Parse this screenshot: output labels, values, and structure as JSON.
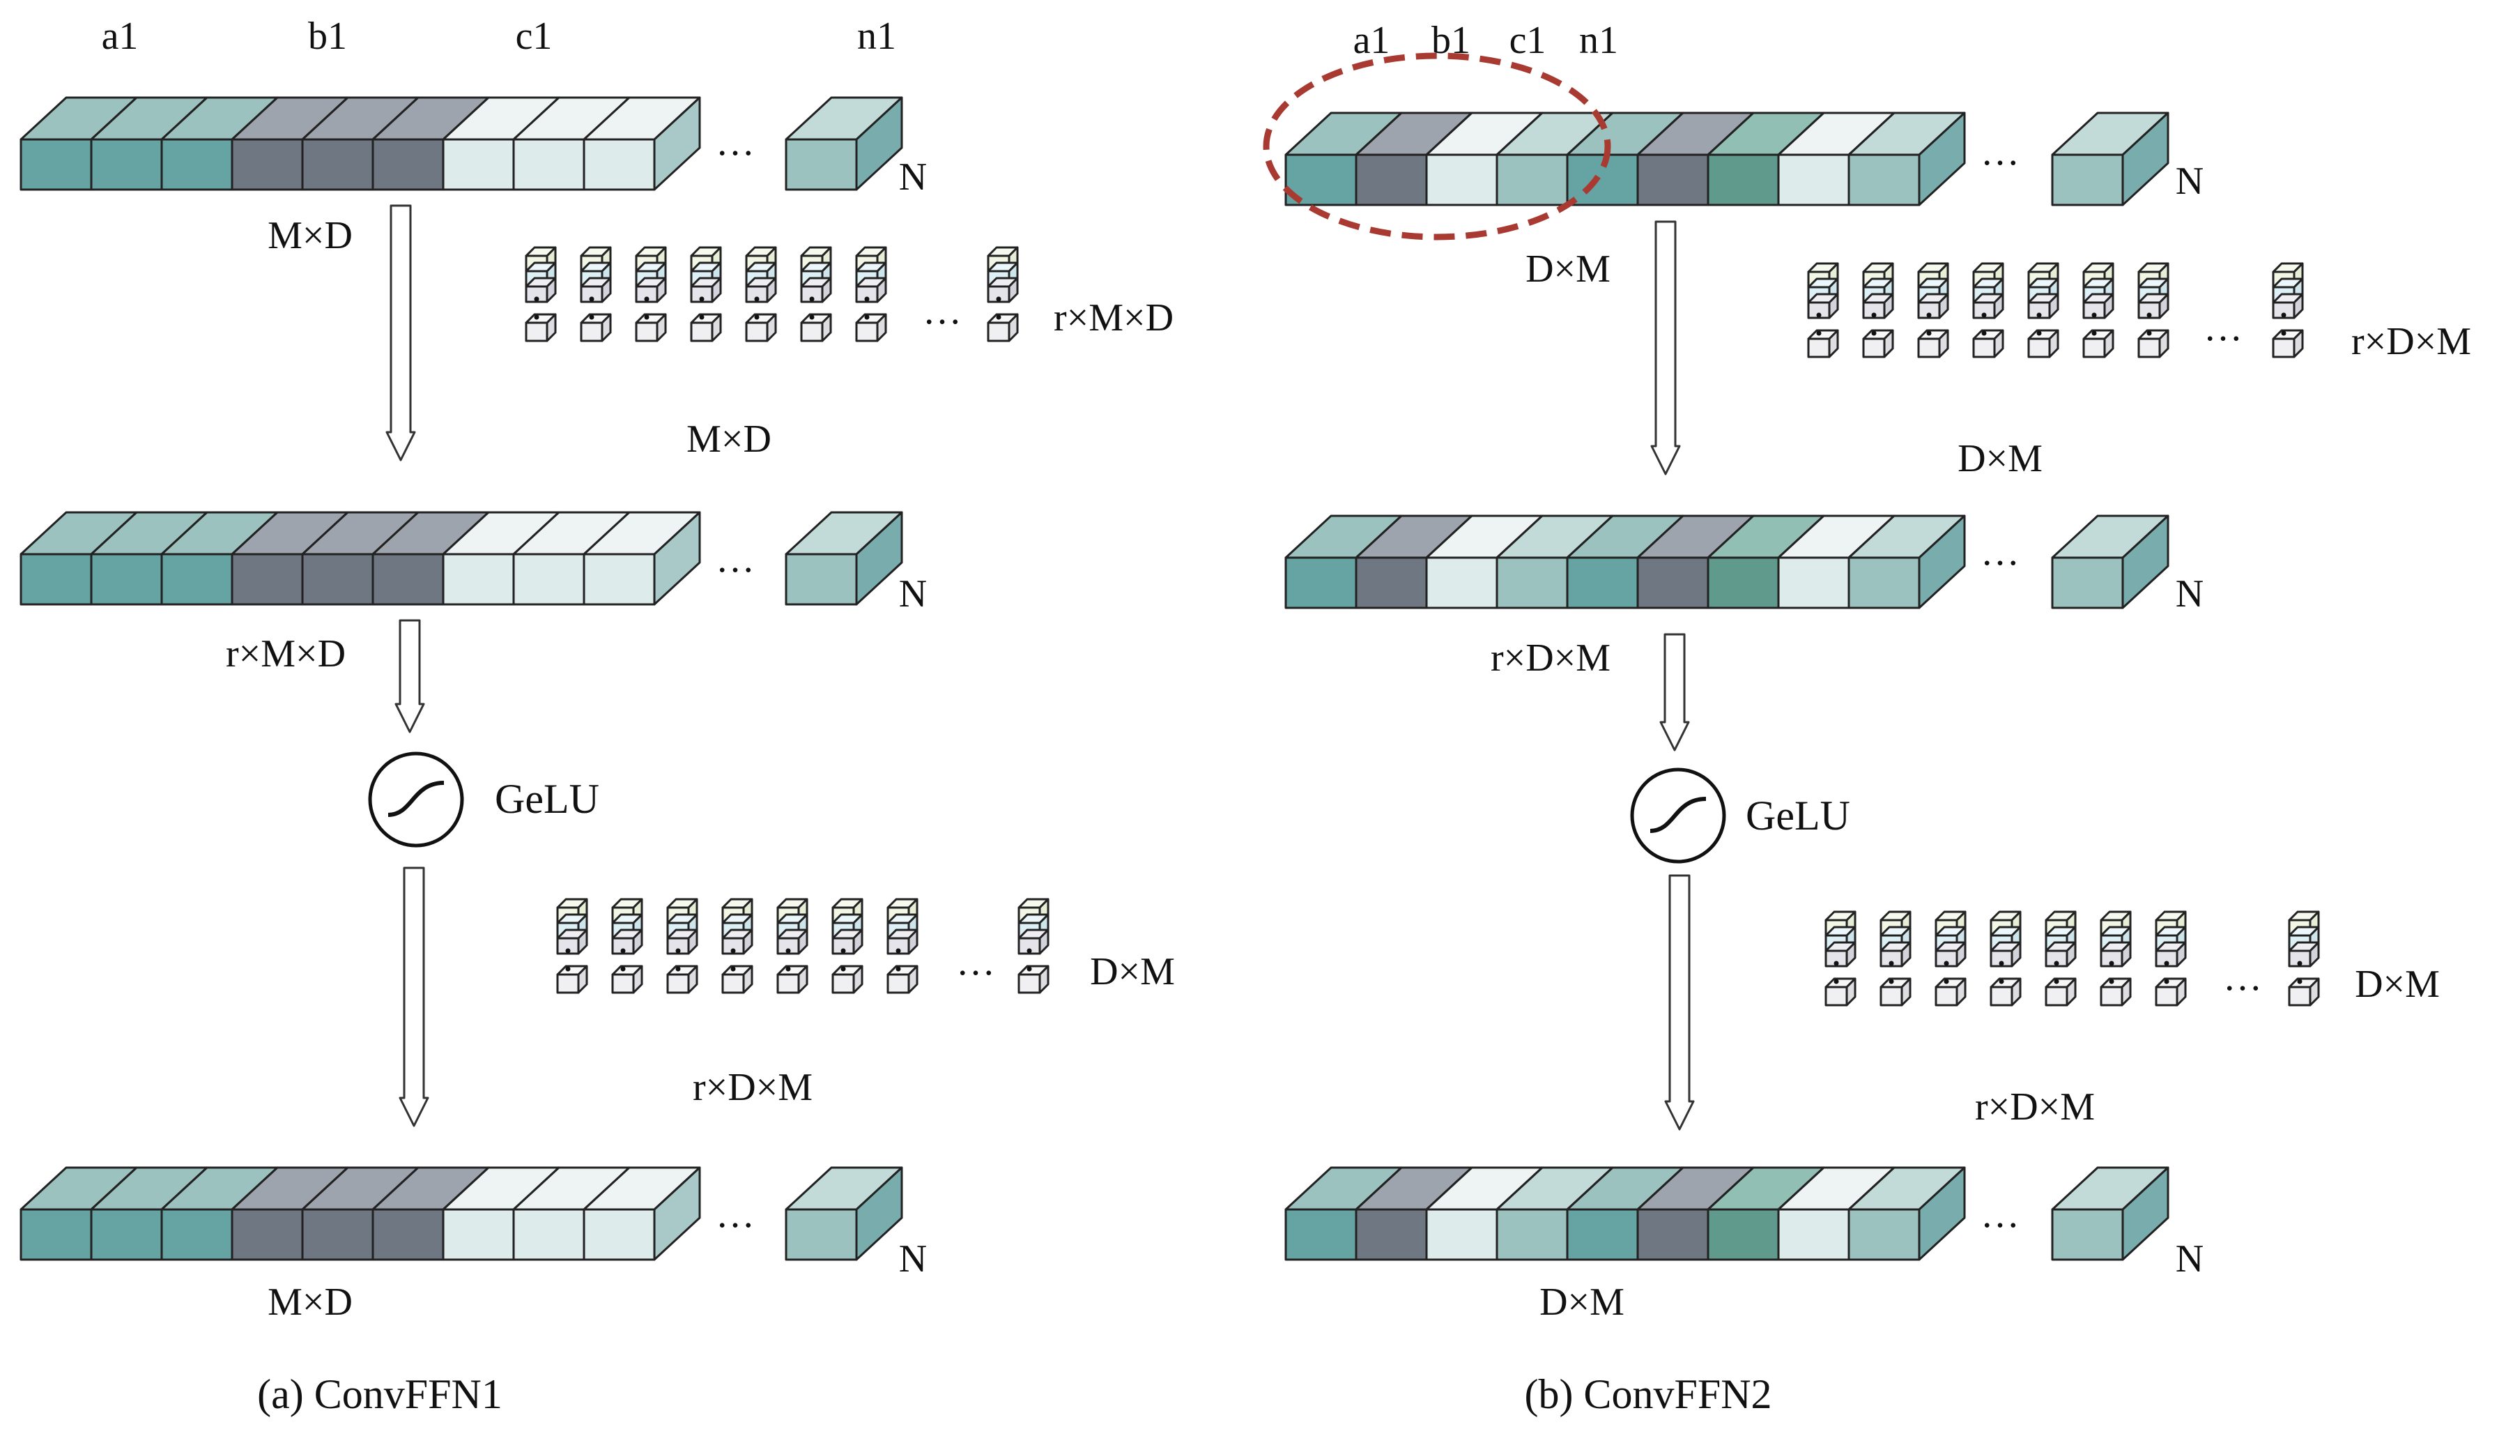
{
  "colors": {
    "teal": [
      "#66A3A3",
      "#9CC2C0",
      "#79ADAD"
    ],
    "dark": [
      "#6F7783",
      "#9EA4AE",
      "#4F5660"
    ],
    "pale": [
      "#DDEBEB",
      "#EEF4F4",
      "#A9C9C9"
    ],
    "mid": [
      "#9CC2C0",
      "#C2DAD8",
      "#79ADAD"
    ],
    "green": [
      "#5F9A8C",
      "#92BFB3",
      "#4F8677"
    ],
    "kernelTop": "#F1F7E4",
    "kernelMid": "#DDF0F6",
    "kernelBot": "#E4E4EA",
    "kernelSmall": "#F0F0F2",
    "ellipse": "#A83A32"
  },
  "panelA": {
    "caption": "(a) ConvFFN1",
    "topLabels": [
      "a1",
      "b1",
      "c1",
      "n1"
    ],
    "ellipsis": "…",
    "nLabel": "N",
    "row1Label": "M×D",
    "kernel1Label": "r×M×D",
    "kernel1Sub": "M×D",
    "row2Label": "r×M×D",
    "gelu": "GeLU",
    "kernel2Label": "D×M",
    "kernel2Sub": "r×D×M",
    "row3Label": "M×D",
    "rowColors": [
      "teal",
      "teal",
      "teal",
      "dark",
      "dark",
      "dark",
      "pale",
      "pale",
      "pale"
    ]
  },
  "panelB": {
    "caption": "(b) ConvFFN2",
    "topLabels": [
      "a1",
      "b1",
      "c1",
      "n1"
    ],
    "ellipsis": "…",
    "nLabel": "N",
    "row1Label": "D×M",
    "kernel1Label": "r×D×M",
    "kernel1Sub": "D×M",
    "row2Label": "r×D×M",
    "gelu": "GeLU",
    "kernel2Label": "D×M",
    "kernel2Sub": "r×D×M",
    "row3Label": "D×M",
    "rowColors": [
      "teal",
      "dark",
      "pale",
      "mid",
      "teal",
      "dark",
      "green",
      "pale",
      "mid"
    ]
  }
}
